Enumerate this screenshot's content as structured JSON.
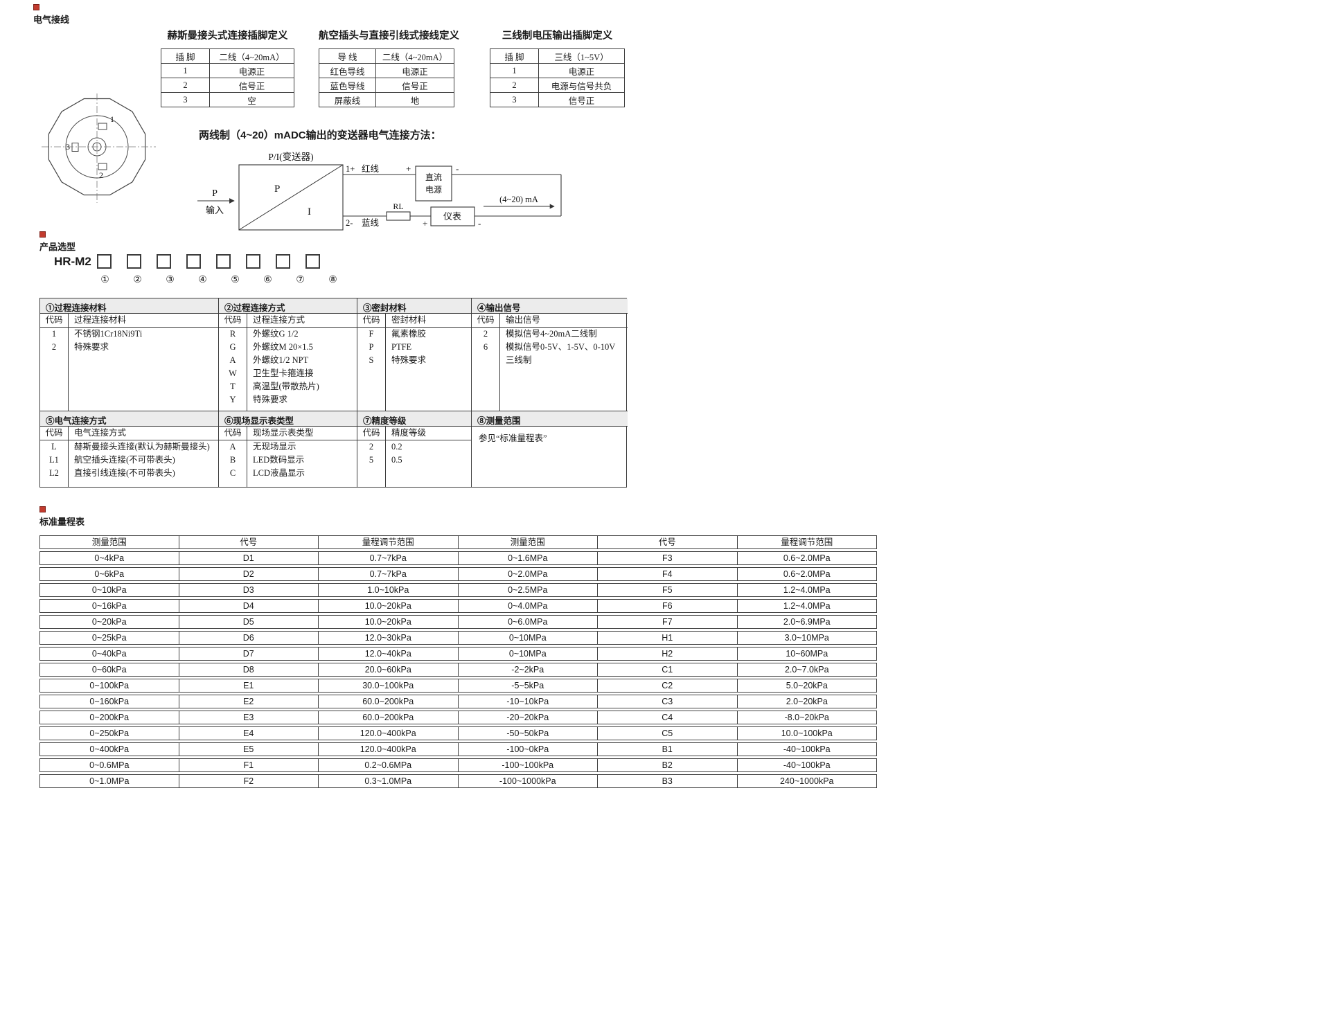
{
  "colors": {
    "accent_red": "#c23b2e",
    "table_border": "#3c3c3c",
    "group_header_bg": "#ececec"
  },
  "sections": {
    "wiring": {
      "title": "电气接线",
      "pin_tables": [
        {
          "title": "赫斯曼接头式连接插脚定义",
          "headers": [
            "插 脚",
            "二线（4~20mA）"
          ],
          "rows": [
            [
              "1",
              "电源正"
            ],
            [
              "2",
              "信号正"
            ],
            [
              "3",
              "空"
            ]
          ]
        },
        {
          "title": "航空插头与直接引线式接线定义",
          "headers": [
            "导 线",
            "二线（4~20mA）"
          ],
          "rows": [
            [
              "红色导线",
              "电源正"
            ],
            [
              "蓝色导线",
              "信号正"
            ],
            [
              "屏蔽线",
              "地"
            ]
          ]
        },
        {
          "title": "三线制电压输出插脚定义",
          "headers": [
            "插 脚",
            "三线（1~5V）"
          ],
          "rows": [
            [
              "1",
              "电源正"
            ],
            [
              "2",
              "电源与信号共负"
            ],
            [
              "3",
              "信号正"
            ]
          ]
        }
      ],
      "connector_pins": [
        "1",
        "2",
        "3"
      ],
      "diagram": {
        "title": "两线制（4~20）mADC输出的变送器电气连接方法：",
        "transmitter_top": "P/I(变送器)",
        "p": "P",
        "i": "I",
        "input_p": "P",
        "input_label": "输入",
        "wire1": "1+",
        "wire1_color": "红线",
        "wire2": "2-",
        "wire2_color": "蓝线",
        "plus1": "+",
        "minus1": "-",
        "plus2": "+",
        "minus2": "-",
        "dc_line1": "直流",
        "dc_line2": "电源",
        "rl": "RL",
        "meter": "仪表",
        "ma": "(4~20) mA"
      }
    },
    "selection": {
      "title": "产品选型",
      "model": "HR-M2",
      "order_marks": [
        "①",
        "②",
        "③",
        "④",
        "⑤",
        "⑥",
        "⑦",
        "⑧"
      ],
      "groups": [
        {
          "title": "①过程连接材料",
          "headers": [
            "代码",
            "过程连接材料"
          ],
          "rows": [
            [
              "1",
              "不锈钢1Cr18Ni9Ti"
            ],
            [
              "2",
              "特殊要求"
            ]
          ]
        },
        {
          "title": "②过程连接方式",
          "headers": [
            "代码",
            "过程连接方式"
          ],
          "rows": [
            [
              "R",
              "外螺纹G 1/2"
            ],
            [
              "G",
              "外螺纹M 20×1.5"
            ],
            [
              "A",
              "外螺纹1/2 NPT"
            ],
            [
              "W",
              "卫生型卡箍连接"
            ],
            [
              "T",
              "高温型(带散热片)"
            ],
            [
              "Y",
              "特殊要求"
            ]
          ]
        },
        {
          "title": "③密封材料",
          "headers": [
            "代码",
            "密封材料"
          ],
          "rows": [
            [
              "F",
              "氟素橡胶"
            ],
            [
              "P",
              "PTFE"
            ],
            [
              "S",
              "特殊要求"
            ]
          ]
        },
        {
          "title": "④输出信号",
          "headers": [
            "代码",
            "输出信号"
          ],
          "rows": [
            [
              "2",
              "模拟信号4~20mA二线制"
            ],
            [
              "6",
              "模拟信号0-5V、1-5V、0-10V\n三线制"
            ]
          ]
        },
        {
          "title": "⑤电气连接方式",
          "headers": [
            "代码",
            "电气连接方式"
          ],
          "rows": [
            [
              "L",
              "赫斯曼接头连接(默认为赫斯曼接头)"
            ],
            [
              "L1",
              "航空插头连接(不可带表头)"
            ],
            [
              "L2",
              "直接引线连接(不可带表头)"
            ]
          ]
        },
        {
          "title": "⑥现场显示表类型",
          "headers": [
            "代码",
            "现场显示表类型"
          ],
          "rows": [
            [
              "A",
              "无现场显示"
            ],
            [
              "B",
              "LED数码显示"
            ],
            [
              "C",
              "LCD液晶显示"
            ]
          ]
        },
        {
          "title": "⑦精度等级",
          "headers": [
            "代码",
            "精度等级"
          ],
          "rows": [
            [
              "2",
              "0.2"
            ],
            [
              "5",
              "0.5"
            ]
          ]
        },
        {
          "title": "⑧测量范围",
          "note": "参见“标准量程表”"
        }
      ]
    },
    "range": {
      "title": "标准量程表",
      "headers": [
        "测量范围",
        "代号",
        "量程调节范围",
        "测量范围",
        "代号",
        "量程调节范围"
      ],
      "rows": [
        [
          "0~4kPa",
          "D1",
          "0.7~7kPa",
          "0~1.6MPa",
          "F3",
          "0.6~2.0MPa"
        ],
        [
          "0~6kPa",
          "D2",
          "0.7~7kPa",
          "0~2.0MPa",
          "F4",
          "0.6~2.0MPa"
        ],
        [
          "0~10kPa",
          "D3",
          "1.0~10kPa",
          "0~2.5MPa",
          "F5",
          "1.2~4.0MPa"
        ],
        [
          "0~16kPa",
          "D4",
          "10.0~20kPa",
          "0~4.0MPa",
          "F6",
          "1.2~4.0MPa"
        ],
        [
          "0~20kPa",
          "D5",
          "10.0~20kPa",
          "0~6.0MPa",
          "F7",
          "2.0~6.9MPa"
        ],
        [
          "0~25kPa",
          "D6",
          "12.0~30kPa",
          "0~10MPa",
          "H1",
          "3.0~10MPa"
        ],
        [
          "0~40kPa",
          "D7",
          "12.0~40kPa",
          "0~10MPa",
          "H2",
          "10~60MPa"
        ],
        [
          "0~60kPa",
          "D8",
          "20.0~60kPa",
          "-2~2kPa",
          "C1",
          "2.0~7.0kPa"
        ],
        [
          "0~100kPa",
          "E1",
          "30.0~100kPa",
          "-5~5kPa",
          "C2",
          "5.0~20kPa"
        ],
        [
          "0~160kPa",
          "E2",
          "60.0~200kPa",
          "-10~10kPa",
          "C3",
          "2.0~20kPa"
        ],
        [
          "0~200kPa",
          "E3",
          "60.0~200kPa",
          "-20~20kPa",
          "C4",
          "-8.0~20kPa"
        ],
        [
          "0~250kPa",
          "E4",
          "120.0~400kPa",
          "-50~50kPa",
          "C5",
          "10.0~100kPa"
        ],
        [
          "0~400kPa",
          "E5",
          "120.0~400kPa",
          "-100~0kPa",
          "B1",
          "-40~100kPa"
        ],
        [
          "0~0.6MPa",
          "F1",
          "0.2~0.6MPa",
          "-100~100kPa",
          "B2",
          "-40~100kPa"
        ],
        [
          "0~1.0MPa",
          "F2",
          "0.3~1.0MPa",
          "-100~1000kPa",
          "B3",
          "240~1000kPa"
        ]
      ]
    }
  }
}
